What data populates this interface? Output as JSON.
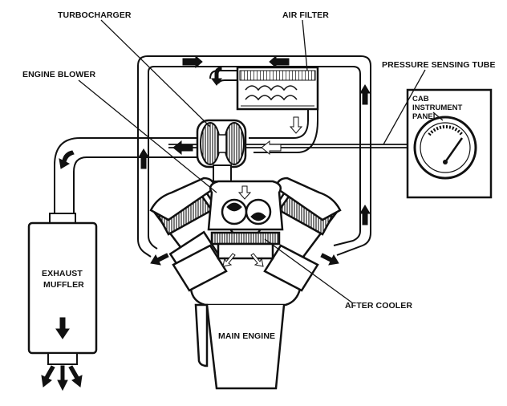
{
  "labels": {
    "turbocharger": "TURBOCHARGER",
    "air_filter": "AIR FILTER",
    "engine_blower": "ENGINE BLOWER",
    "pressure_sensing_tube": "PRESSURE SENSING TUBE",
    "cab_instrument_panel_line1": "CAB",
    "cab_instrument_panel_line2": "INSTRUMENT",
    "cab_instrument_panel_line3": "PANEL",
    "exhaust_muffler_line1": "EXHAUST",
    "exhaust_muffler_line2": "MUFFLER",
    "after_cooler": "AFTER COOLER",
    "main_engine": "MAIN ENGINE"
  },
  "icons": {
    "flow_arrow": "flow-arrow-icon",
    "gauge": "pressure-gauge-icon"
  }
}
